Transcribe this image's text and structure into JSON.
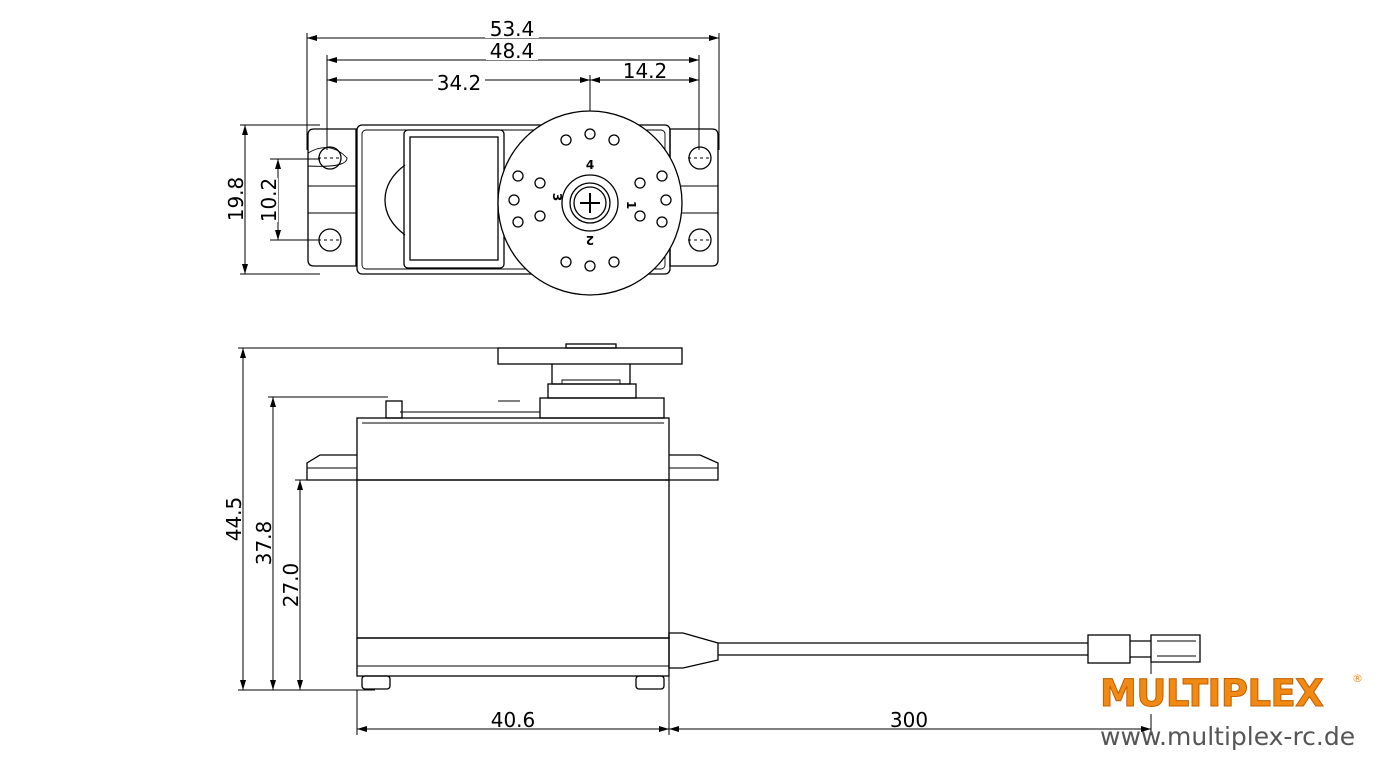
{
  "dimensions": {
    "top_view": {
      "overall_width": "53.4",
      "hole_spacing": "48.4",
      "to_output_shaft": "34.2",
      "shaft_to_hole": "14.2",
      "height": "19.8",
      "hole_pitch": "10.2"
    },
    "side_view": {
      "total_height": "44.5",
      "height_to_top": "37.8",
      "height_to_flange": "27.0",
      "body_length": "40.6",
      "cable_length": "300"
    },
    "horn_labels": [
      "4",
      "3",
      "1",
      "2"
    ]
  },
  "brand": {
    "name": "MULTIPLEX",
    "registered": "®",
    "url": "www.multiplex-rc.de",
    "color": "#f08a12"
  }
}
